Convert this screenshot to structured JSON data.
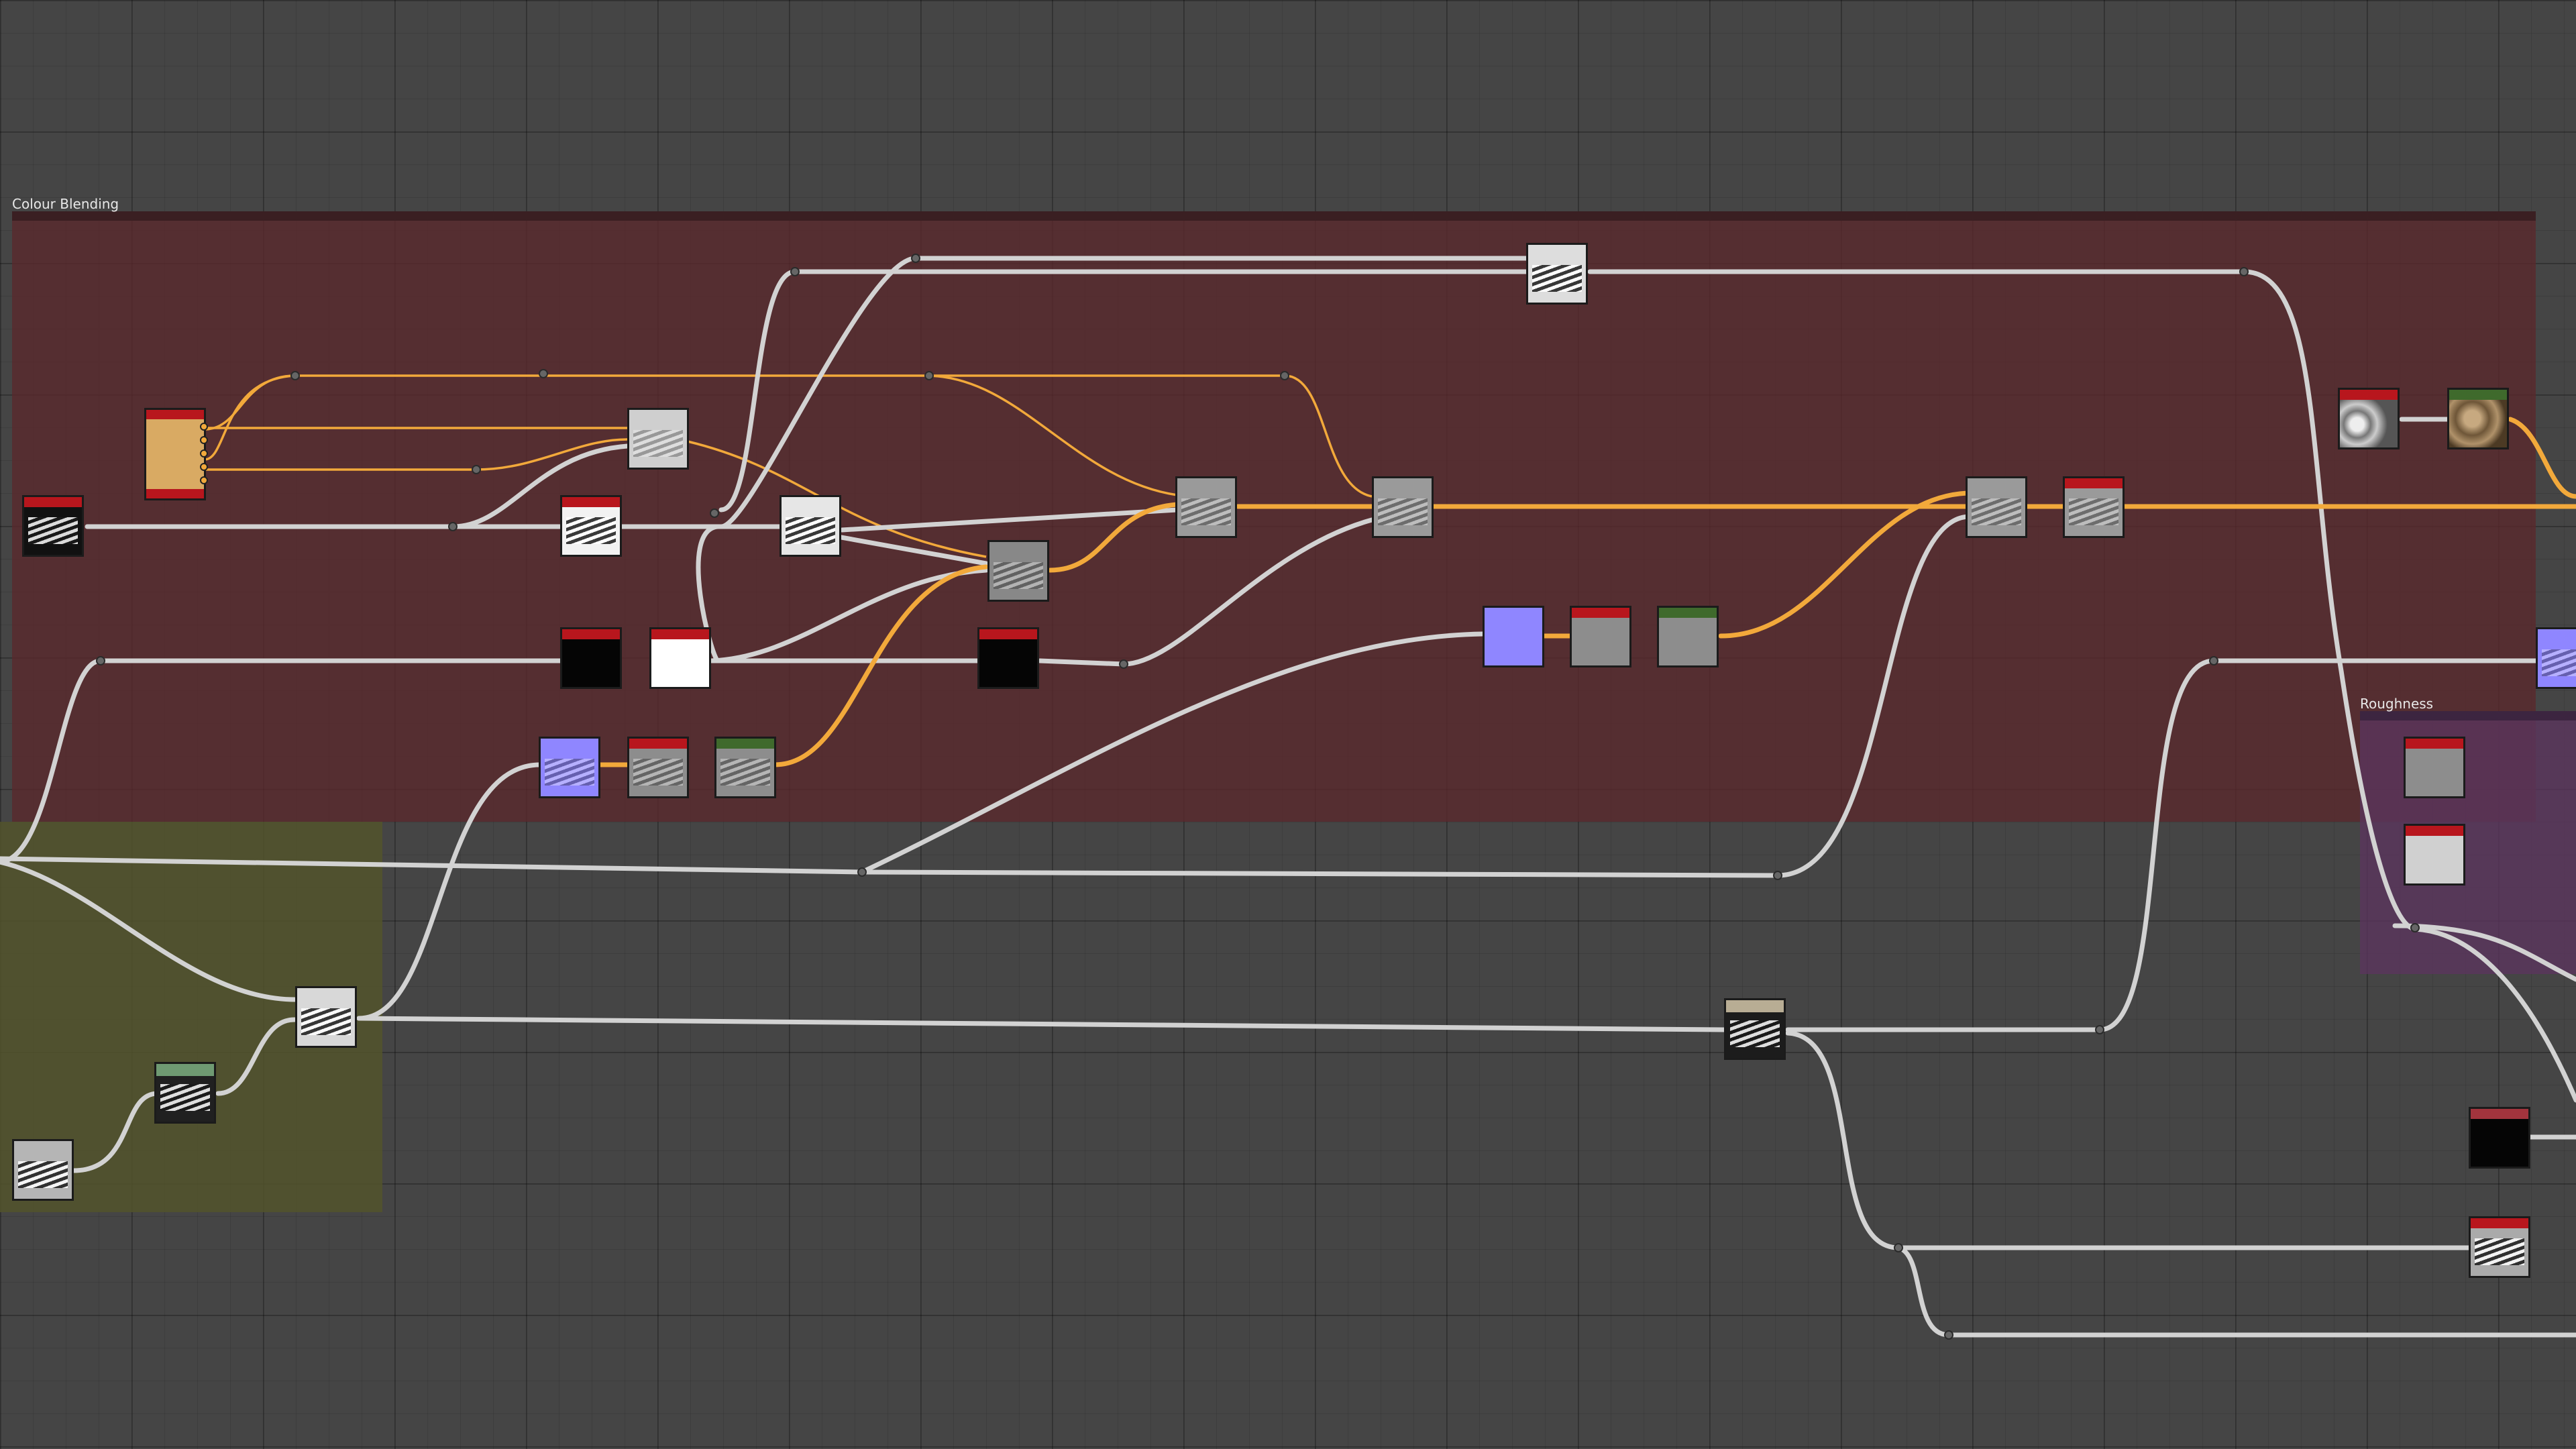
{
  "frames": {
    "colour_blending": {
      "label": "Colour Blending",
      "color": "#4d2a2c"
    },
    "roughness": {
      "label": "Roughness",
      "color": "#4d2f4c"
    },
    "green_group": {
      "label": "",
      "color": "#484a2e"
    }
  },
  "colors": {
    "canvas": "#454545",
    "wire_primary": "#d2d2d2",
    "wire_color": "#f2a93b",
    "header_red": "#b8161d",
    "header_green": "#3f6a2c",
    "header_mint": "#6f9a72",
    "node_blue": "#8f86ff",
    "node_gold": "#d9aa63"
  },
  "nodes": [
    {
      "id": "n_grad_left",
      "kind": "hatch",
      "header": "red"
    },
    {
      "id": "n_gold",
      "kind": "gold",
      "header": "red"
    },
    {
      "id": "n_blend_a",
      "kind": "blend",
      "header": "none"
    },
    {
      "id": "n_hatch_b",
      "kind": "hatch-white",
      "header": "red"
    },
    {
      "id": "n_hatch_c",
      "kind": "hatch",
      "header": "none"
    },
    {
      "id": "n_black_a",
      "kind": "black",
      "header": "red"
    },
    {
      "id": "n_white_a",
      "kind": "white",
      "header": "red"
    },
    {
      "id": "n_blend_b",
      "kind": "blend",
      "header": "none"
    },
    {
      "id": "n_black_b",
      "kind": "black",
      "header": "red"
    },
    {
      "id": "n_blend_c",
      "kind": "blend",
      "header": "none"
    },
    {
      "id": "n_blend_d",
      "kind": "blend",
      "header": "none"
    },
    {
      "id": "n_top_hatch",
      "kind": "hatch",
      "header": "none"
    },
    {
      "id": "n_blue_a",
      "kind": "blue",
      "header": "none"
    },
    {
      "id": "n_gray_red",
      "kind": "gray",
      "header": "red"
    },
    {
      "id": "n_gray_green",
      "kind": "gray",
      "header": "green"
    },
    {
      "id": "n_blend_e",
      "kind": "blend",
      "header": "none"
    },
    {
      "id": "n_blend_f",
      "kind": "blend",
      "header": "red"
    },
    {
      "id": "n_noise",
      "kind": "noise",
      "header": "red"
    },
    {
      "id": "n_dirt",
      "kind": "dirt",
      "header": "green"
    },
    {
      "id": "n_blue_b",
      "kind": "blue",
      "header": "none"
    },
    {
      "id": "n_gray_r1",
      "kind": "gray",
      "header": "red"
    },
    {
      "id": "n_gray_r2",
      "kind": "lightgray",
      "header": "red"
    },
    {
      "id": "n_black_r",
      "kind": "black",
      "header": "red"
    },
    {
      "id": "n_hatch_r",
      "kind": "hatch",
      "header": "red"
    },
    {
      "id": "n_blue_c",
      "kind": "blue",
      "header": "none"
    },
    {
      "id": "n_gray_red2",
      "kind": "gray",
      "header": "red"
    },
    {
      "id": "n_gray_green2",
      "kind": "gray",
      "header": "green"
    },
    {
      "id": "n_hatch_mid",
      "kind": "hatch",
      "header": "none"
    },
    {
      "id": "n_hatch_mint",
      "kind": "hatch",
      "header": "mint"
    },
    {
      "id": "n_hatch_bl",
      "kind": "hatch",
      "header": "none"
    },
    {
      "id": "n_hatch_tan",
      "kind": "hatch",
      "header": "tan"
    }
  ]
}
